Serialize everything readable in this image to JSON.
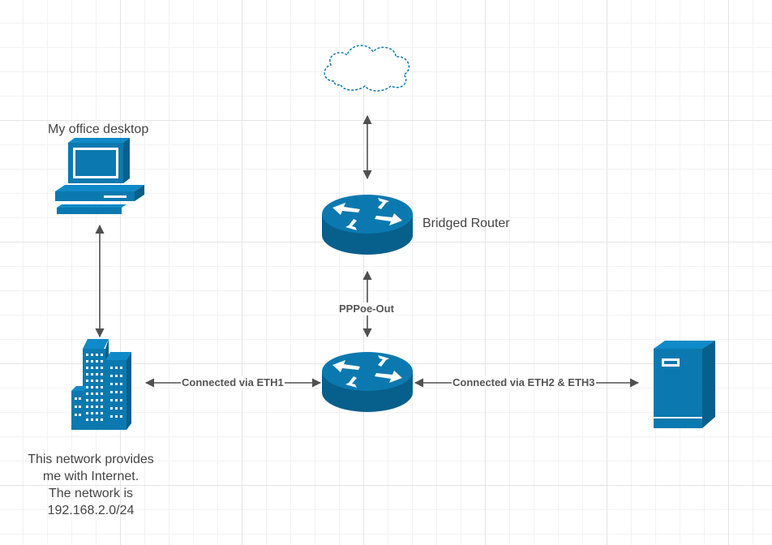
{
  "colors": {
    "device": "#0b79b0",
    "device_dark": "#075f8c",
    "line": "#505050"
  },
  "nodes": {
    "cloud": {
      "icon": "cloud-icon"
    },
    "bridged_router": {
      "label": "Bridged Router",
      "icon": "router-icon"
    },
    "router": {
      "icon": "router-icon"
    },
    "desktop": {
      "label": "My office desktop",
      "icon": "desktop-computer-icon"
    },
    "office_network": {
      "icon": "office-building-icon",
      "label_lines": [
        "This network provides",
        "me with Internet.",
        "The network is",
        "192.168.2.0/24"
      ]
    },
    "server": {
      "icon": "server-tower-icon"
    }
  },
  "edges": {
    "pppoe": {
      "label": "PPPoe-Out"
    },
    "eth1": {
      "label": "Connected via ETH1"
    },
    "eth23": {
      "label": "Connected via ETH2 & ETH3"
    }
  }
}
